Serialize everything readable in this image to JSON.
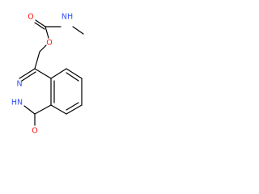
{
  "molecule": {
    "labels": {
      "carbonyl_o": "O",
      "amide_nh": "NH",
      "ester_o": "O",
      "ring_n": "N",
      "ring_nh": "HN",
      "ketone_o": "O"
    },
    "colors": {
      "bond": "#000000",
      "oxygen": "#ff0d0d",
      "nitrogen": "#3050f8"
    }
  }
}
